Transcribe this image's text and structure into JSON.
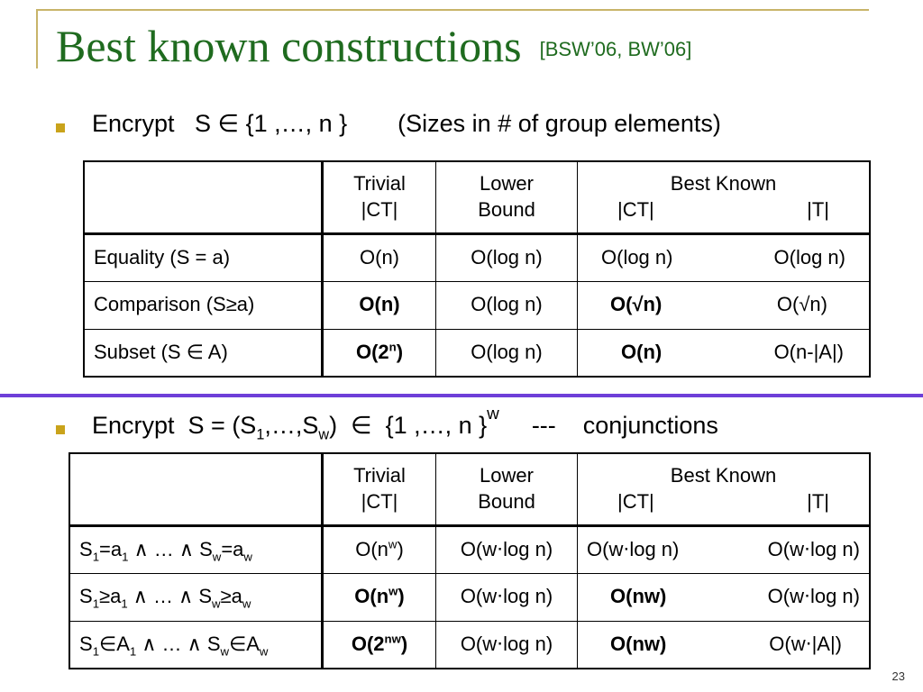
{
  "title": {
    "main": "Best known constructions",
    "citation": "[BSW’06, BW’06]"
  },
  "bullet1": {
    "text": "Encrypt   S ∈ {1 ,…, n }",
    "note": "(Sizes in # of group elements)"
  },
  "table1": {
    "header": {
      "trivial": "Trivial",
      "trivial2": "|CT|",
      "lower": "Lower",
      "lower2": "Bound",
      "best": "Best Known",
      "best_ct": "|CT|",
      "best_t": "|T|"
    },
    "rows": [
      {
        "label": "Equality  (S = a)",
        "trivial": "O(n)",
        "lower": "O(log n)",
        "ct": "O(log n)",
        "t": "O(log n)"
      },
      {
        "label": "Comparison (S≥a)",
        "trivial": "O(n)",
        "lower": "O(log n)",
        "ct": "O(√n)",
        "t": "O(√n)"
      },
      {
        "label": "Subset  (S ∈ A)",
        "trivial_base": "O(2",
        "trivial_sup": "n",
        "trivial_end": ")",
        "lower": "O(log n)",
        "ct": "O(n)",
        "t": "O(n-|A|)"
      }
    ]
  },
  "bullet2": {
    "pre": "Encrypt  S = (S",
    "s1": "1",
    "mid": ",…,S",
    "sw": "w",
    "post": ")  ∈  {1 ,…, n }",
    "supw": "w",
    "tail": "---    conjunctions"
  },
  "table2": {
    "header": {
      "trivial": "Trivial",
      "trivial2": "|CT|",
      "lower": "Lower",
      "lower2": "Bound",
      "best": "Best Known",
      "best_ct": "|CT|",
      "best_t": "|T|"
    },
    "rows": [
      {
        "l1": "S",
        "l1s": "1",
        "l2": "=a",
        "l2s": "1",
        "l3": " ∧ … ∧ S",
        "l3s": "w",
        "l4": "=a",
        "l4s": "w",
        "trivial_base": "O(n",
        "trivial_sup": "w",
        "trivial_end": ")",
        "lower": "O(w⋅log n)",
        "ct": "O(w⋅log n)",
        "t": "O(w⋅log n)"
      },
      {
        "l1": "S",
        "l1s": "1",
        "l2": "≥a",
        "l2s": "1",
        "l3": " ∧ … ∧ S",
        "l3s": "w",
        "l4": "≥a",
        "l4s": "w",
        "trivial_base": "O(n",
        "trivial_sup": "w",
        "trivial_end": ")",
        "lower": "O(w⋅log n)",
        "ct": "O(nw)",
        "t": "O(w⋅log n)"
      },
      {
        "l1": "S",
        "l1s": "1",
        "l2": "∈A",
        "l2s": "1",
        "l3": " ∧ … ∧ S",
        "l3s": "w",
        "l4": "∈A",
        "l4s": "w",
        "trivial_base": "O(2",
        "trivial_sup": "nw",
        "trivial_end": ")",
        "lower": "O(w⋅log n)",
        "ct": "O(nw)",
        "t": "O(w⋅|A|)"
      }
    ]
  },
  "page_number": "23",
  "colors": {
    "title": "#1f6b1f",
    "bullet": "#c9a31b",
    "divider": "#6e3fd8",
    "frame": "#c8b469"
  }
}
